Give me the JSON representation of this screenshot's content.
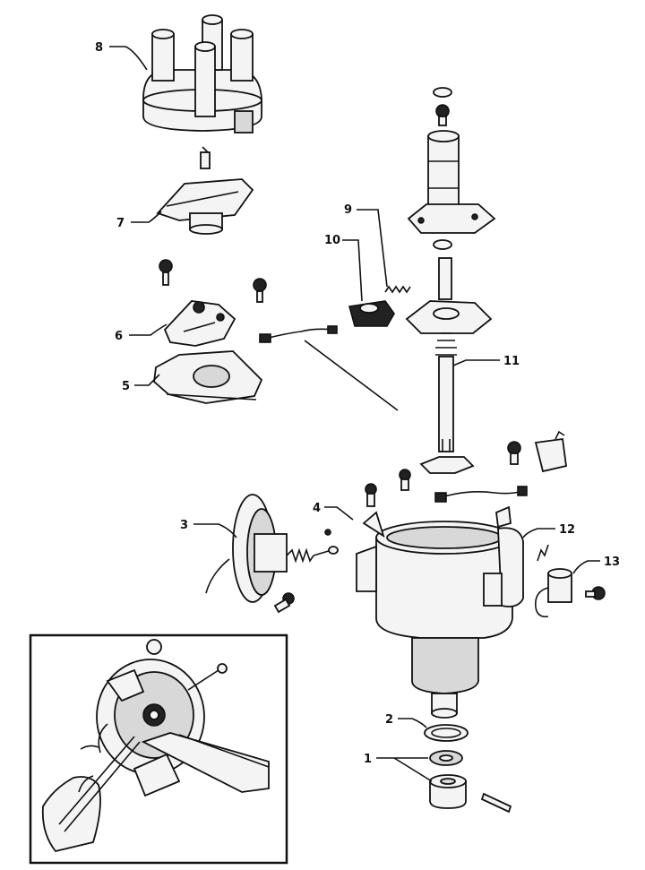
{
  "title": "Distributor exploded view",
  "labels": {
    "l1": "1",
    "l2": "2",
    "l3": "3",
    "l4": "4",
    "l5": "5",
    "l6": "6",
    "l7": "7",
    "l8": "8",
    "l9": "9",
    "l10": "10",
    "l11": "11",
    "l12": "12",
    "l13": "13"
  },
  "inset": {
    "caption": ""
  }
}
